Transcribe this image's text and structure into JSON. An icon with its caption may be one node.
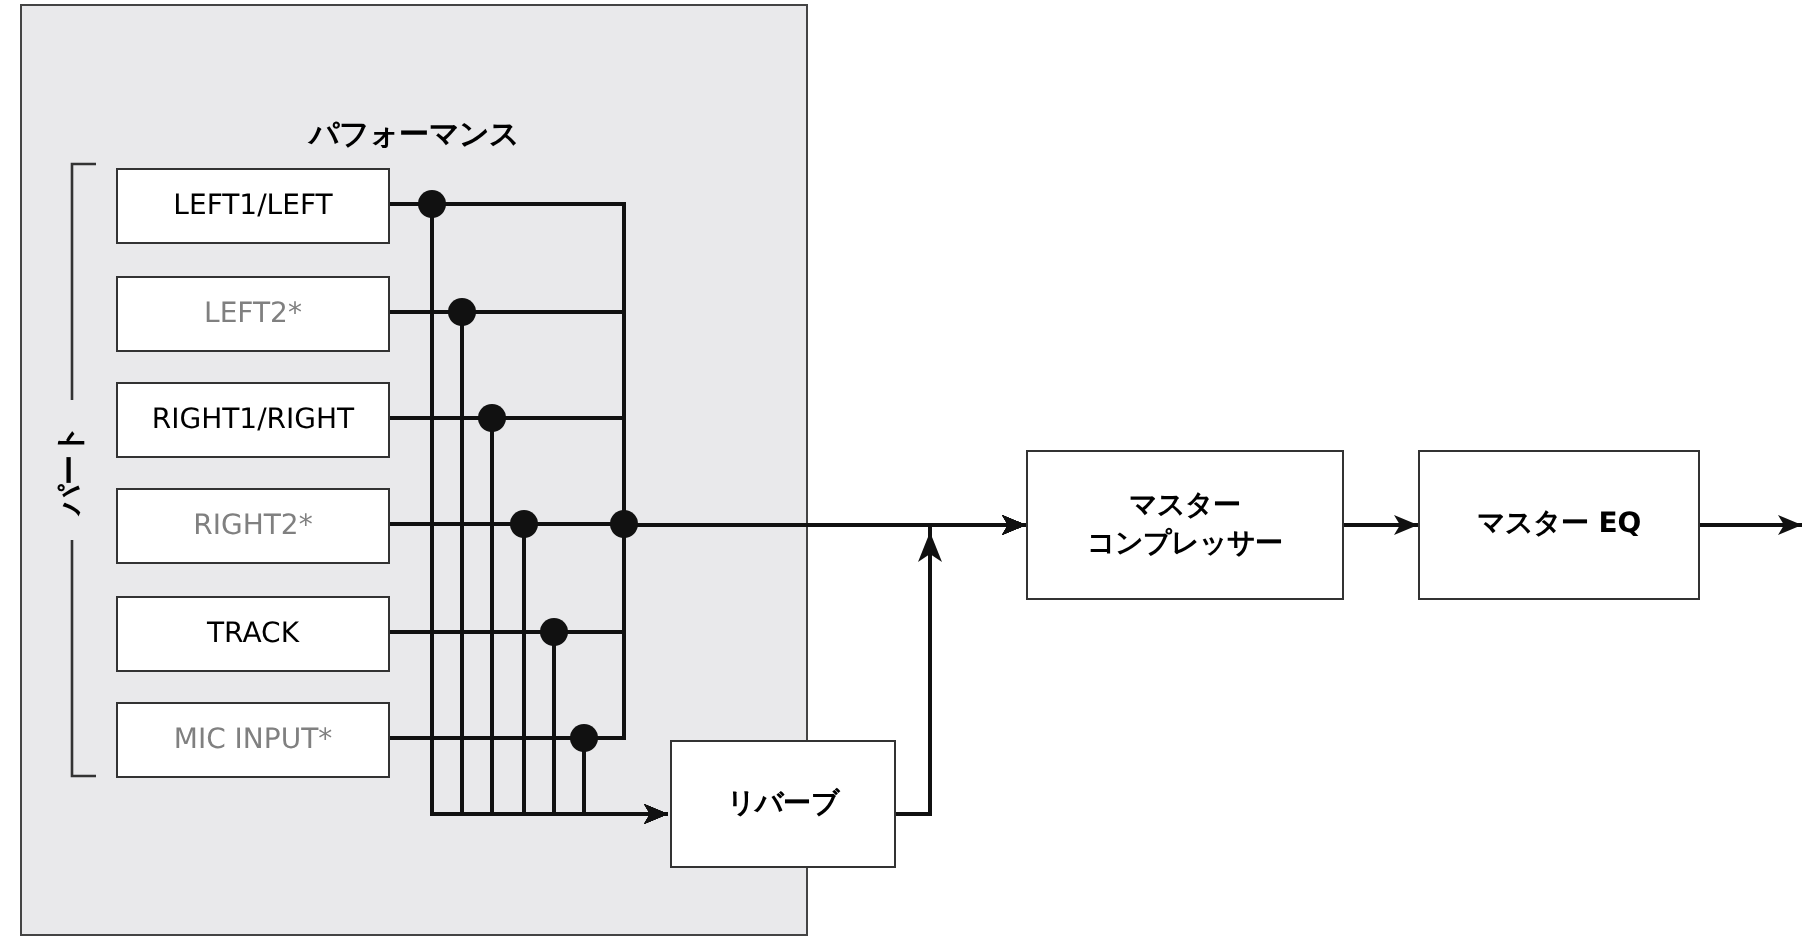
{
  "diagram": {
    "nodes": [
      {
        "text": [
          "パフォーマンス"
        ]
      },
      {
        "text": [
          "LEFT1/LEFT"
        ],
        "in": 0
      },
      {
        "text": [
          "LEFT2*"
        ],
        "in": 0
      },
      {
        "text": [
          "RIGHT1/RIGHT"
        ],
        "in": 0
      },
      {
        "text": [
          "RIGHT2*"
        ],
        "in": 0
      },
      {
        "text": [
          "TRACK"
        ],
        "in": 0
      },
      {
        "text": [
          "MIC INPUT*"
        ],
        "in": 0
      },
      {
        "text": [
          "リバーブ"
        ],
        "in": 0
      },
      {
        "text": [
          "マスターコンプレッサー"
        ]
      },
      {
        "text": [
          "マスター EQ"
        ]
      }
    ],
    "edges": [
      {
        "from": 1,
        "to": 8,
        "arrow": "to"
      },
      {
        "from": 2,
        "to": 8,
        "arrow": "to"
      },
      {
        "from": 3,
        "to": 8,
        "arrow": "to"
      },
      {
        "from": 4,
        "to": 8,
        "arrow": "to"
      },
      {
        "from": 5,
        "to": 8,
        "arrow": "to"
      },
      {
        "from": 6,
        "to": 8,
        "arrow": "to"
      },
      {
        "from": 1,
        "to": 7,
        "arrow": "to"
      },
      {
        "from": 2,
        "to": 7,
        "arrow": "to"
      },
      {
        "from": 3,
        "to": 7,
        "arrow": "to"
      },
      {
        "from": 4,
        "to": 7,
        "arrow": "to"
      },
      {
        "from": 5,
        "to": 7,
        "arrow": "to"
      },
      {
        "from": 6,
        "to": 7,
        "arrow": "to"
      },
      {
        "from": 7,
        "to": 8,
        "arrow": "to"
      },
      {
        "from": 8,
        "to": 9,
        "arrow": "to"
      },
      {
        "from": 9,
        "to": null,
        "arrow": "to"
      }
    ],
    "labels": [
      "パート"
    ]
  }
}
